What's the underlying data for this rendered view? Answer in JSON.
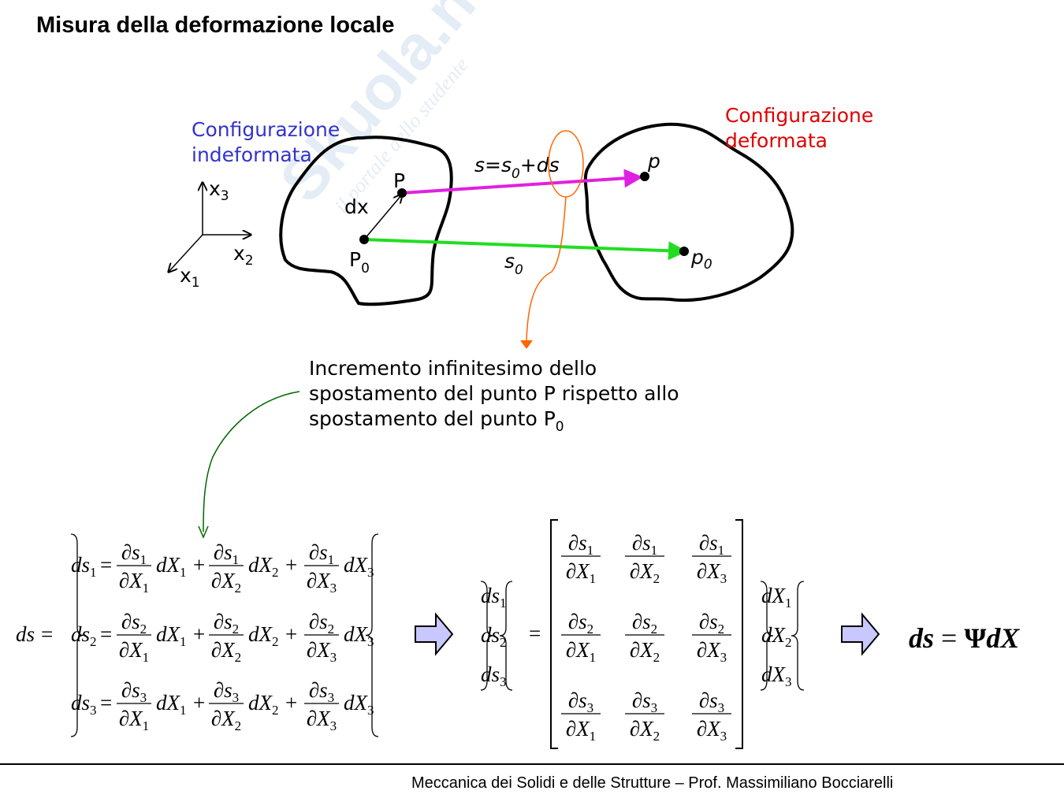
{
  "title": "Misura della deformazione locale",
  "watermark": {
    "logo": "Skuola.net",
    "tagline": "il portale dello studente"
  },
  "diagram": {
    "undeformed_label": [
      "Configurazione",
      "indeformata"
    ],
    "deformed_label": [
      "Configurazione",
      "deformata"
    ],
    "axes": {
      "x1": "x",
      "x1_sub": "1",
      "x2": "x",
      "x2_sub": "2",
      "x3": "x",
      "x3_sub": "3"
    },
    "point_P": "P",
    "point_P0": "P",
    "point_P0_sub": "0",
    "point_p": "p",
    "point_p0": "p",
    "point_p0_sub": "0",
    "dx_label": "dx",
    "s0_label": "s",
    "s0_sub": "0",
    "s_eq": {
      "a": "s=s",
      "sub": "0",
      "b": "+ds"
    },
    "note": [
      "Incremento infinitesimo dello",
      "spostamento del punto P rispetto allo",
      "spostamento del punto P"
    ],
    "note_sub": "0",
    "colors": {
      "undeformed": "#3333cc",
      "deformed": "#e00000",
      "s_arrow": "#e020e0",
      "s0_arrow": "#22dd22",
      "callout": "#ff6600",
      "callout2": "#006600"
    }
  },
  "equations": {
    "system_lhs": "ds",
    "system_rows": [
      {
        "lhs": "ds",
        "i": "1"
      },
      {
        "lhs": "ds",
        "i": "2"
      },
      {
        "lhs": "ds",
        "i": "3"
      }
    ],
    "num_base": "∂s",
    "den_base": "∂X",
    "dx_base": "dX",
    "indices": [
      "1",
      "2",
      "3"
    ],
    "vector_base": "ds",
    "final": {
      "ds": "ds",
      "eq": "=",
      "psi": "Ψ",
      "dX": "dX"
    }
  },
  "footer": "Meccanica dei Solidi e delle Strutture – Prof. Massimiliano Bocciarelli"
}
